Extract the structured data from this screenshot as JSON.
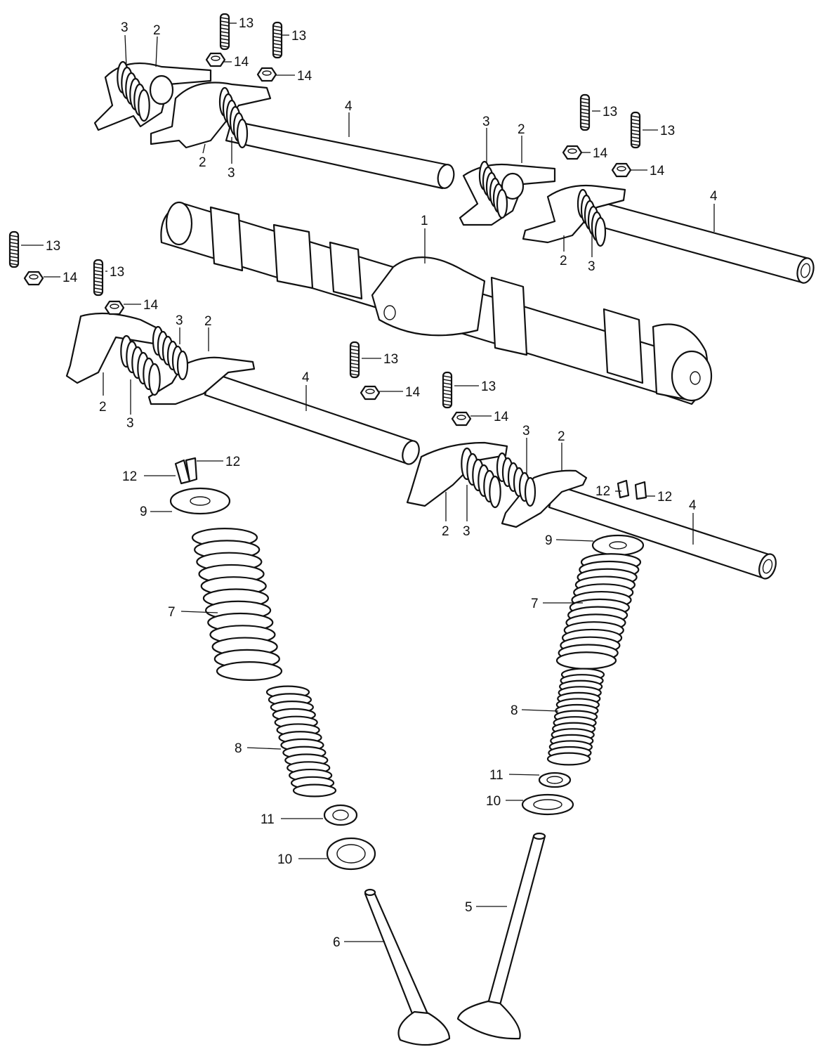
{
  "diagram": {
    "type": "exploded-parts-view",
    "callouts": {
      "c1": "1",
      "c2": "2",
      "c3": "3",
      "c4": "4",
      "c5": "5",
      "c6": "6",
      "c7": "7",
      "c8": "8",
      "c9": "9",
      "c10": "10",
      "c11": "11",
      "c12": "12",
      "c13": "13",
      "c14": "14"
    }
  }
}
